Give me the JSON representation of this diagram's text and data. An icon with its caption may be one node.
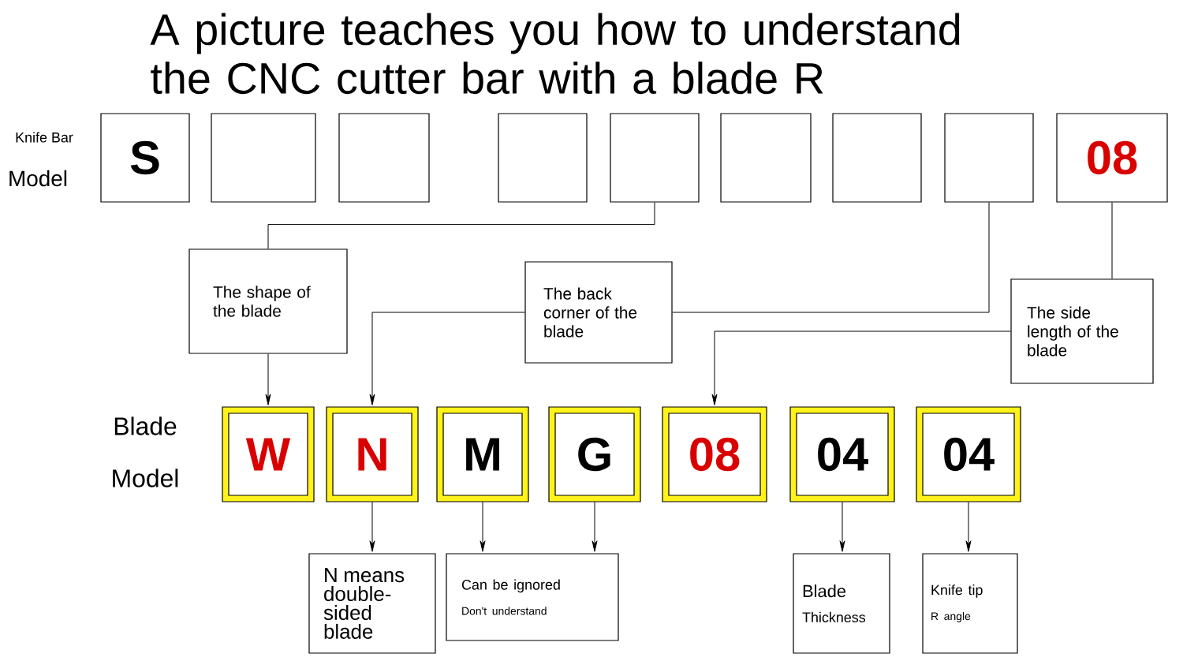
{
  "diagram": {
    "title": "A picture teaches you how to understand the CNC cutter bar with a blade R",
    "nodes": [
      {
        "text": [
          "S"
        ]
      },
      {
        "text": [],
        "shape": "box"
      },
      {
        "text": [],
        "shape": "box"
      },
      {
        "text": [],
        "shape": "box"
      },
      {
        "text": [],
        "shape": "box"
      },
      {
        "text": [],
        "shape": "box"
      },
      {
        "text": [],
        "shape": "box"
      },
      {
        "text": [],
        "shape": "box"
      },
      {
        "text": [
          "08"
        ]
      },
      {
        "text": [
          "The shape of the blade"
        ]
      },
      {
        "text": [
          "The back corner of the blade"
        ]
      },
      {
        "text": [
          "The side length of the blade"
        ]
      },
      {
        "text": [
          "W"
        ]
      },
      {
        "text": [
          "N"
        ]
      },
      {
        "text": [
          "M"
        ]
      },
      {
        "text": [
          "G"
        ]
      },
      {
        "text": [
          "08"
        ]
      },
      {
        "text": [
          "04"
        ]
      },
      {
        "text": [
          "04"
        ]
      },
      {
        "text": [
          "N means double-sided blade"
        ]
      },
      {
        "text": [
          "Can be ignored",
          "Don't understand"
        ]
      },
      {
        "text": [
          "Blade",
          "Thickness"
        ]
      },
      {
        "text": [
          "Knife tip",
          "R angle"
        ]
      }
    ],
    "edges": [
      {
        "from": 4,
        "to": 9,
        "arrow": "none"
      },
      {
        "from": 7,
        "to": 10,
        "arrow": "none"
      },
      {
        "from": 8,
        "to": 11,
        "arrow": "none"
      },
      {
        "from": 9,
        "to": 12,
        "arrow": "to"
      },
      {
        "from": 10,
        "to": 13,
        "arrow": "to"
      },
      {
        "from": 11,
        "to": 16,
        "arrow": "to"
      },
      {
        "from": 13,
        "to": 19,
        "arrow": "to"
      },
      {
        "from": 14,
        "to": 20,
        "arrow": "to"
      },
      {
        "from": 15,
        "to": 20,
        "arrow": "to"
      },
      {
        "from": 17,
        "to": 21,
        "arrow": "to"
      },
      {
        "from": 18,
        "to": 22,
        "arrow": "to"
      }
    ],
    "labels": [
      "Knife Bar",
      "Model",
      "Blade",
      "Model"
    ]
  }
}
